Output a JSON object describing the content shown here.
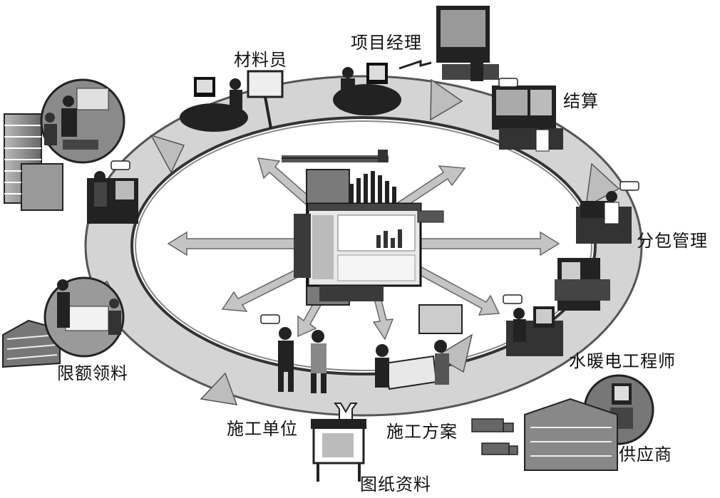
{
  "diagram": {
    "nodes": {
      "materials": "材料员",
      "project_manager": "项目经理",
      "settlement": "结算",
      "subcontract": "分包管理",
      "mep_engineer": "水暖电工程师",
      "supplier": "供应商",
      "drawings": "图纸资料",
      "construction_plan": "施工方案",
      "construction_unit": "施工单位",
      "quota_materials": "限额领料"
    }
  }
}
